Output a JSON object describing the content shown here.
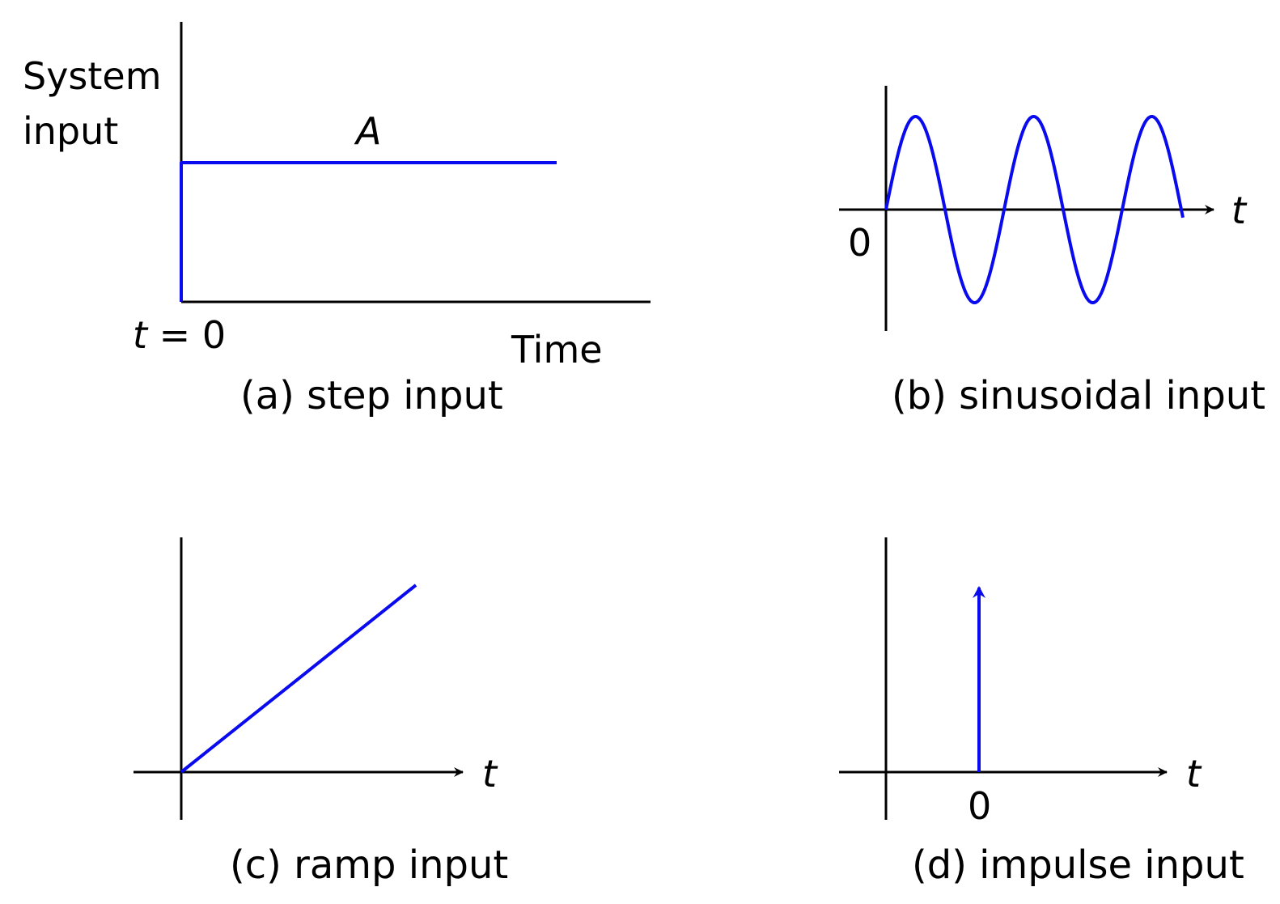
{
  "colors": {
    "signal": "#0a0aee",
    "axis": "#000000",
    "background": "#ffffff"
  },
  "panel_a": {
    "ylabel_line1": "System",
    "ylabel_line2": "input",
    "amplitude_label": "A",
    "t0_label_var": "t",
    "t0_label_rest": " = 0",
    "xlabel": "Time",
    "caption": "(a) step input"
  },
  "panel_b": {
    "origin_label": "0",
    "t_label": "t",
    "caption": "(b) sinusoidal input"
  },
  "panel_c": {
    "t_label": "t",
    "caption": "(c) ramp input"
  },
  "panel_d": {
    "origin_label": "0",
    "t_label": "t",
    "caption": "(d) impulse input"
  }
}
